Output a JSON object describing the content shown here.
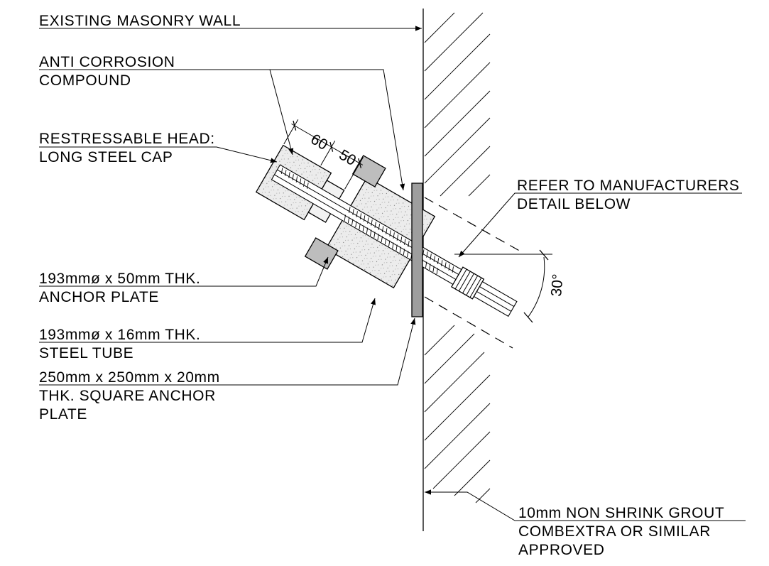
{
  "labels": {
    "existing_wall": "EXISTING MASONRY WALL",
    "anti_corrosion_1": "ANTI CORROSION",
    "anti_corrosion_2": "COMPOUND",
    "restressable_1": "RESTRESSABLE HEAD:",
    "restressable_2": "LONG STEEL CAP",
    "refer_1": "REFER TO MANUFACTURERS",
    "refer_2": "DETAIL BELOW",
    "anchor_plate_1": "193mmø x 50mm THK.",
    "anchor_plate_2": "ANCHOR PLATE",
    "steel_tube_1": "193mmø x 16mm THK.",
    "steel_tube_2": "STEEL TUBE",
    "square_plate_1": "250mm x 250mm x 20mm",
    "square_plate_2": "THK. SQUARE ANCHOR",
    "square_plate_3": "PLATE",
    "grout_1": "10mm NON SHRINK GROUT",
    "grout_2": "COMBEXTRA OR SIMILAR",
    "grout_3": "APPROVED"
  },
  "dimensions": {
    "cap_length": "60",
    "nut_length": "50",
    "angle": "30°"
  }
}
